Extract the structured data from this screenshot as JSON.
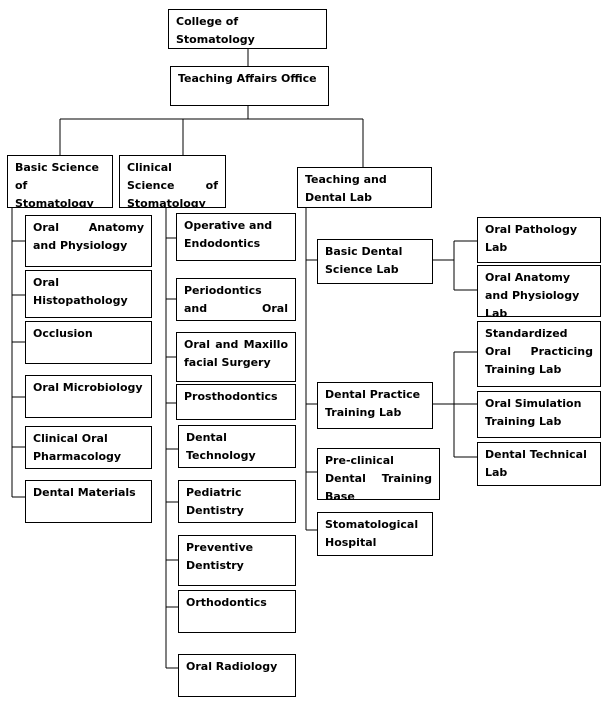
{
  "root": "College of Stomatology",
  "office": "Teaching Affairs Office",
  "branches": {
    "basic": {
      "title": "Basic Science of Stomatology",
      "items": [
        "Oral Anatomy and Physiology",
        "Oral Histopathology",
        "Occlusion",
        "Oral Microbiology",
        "Clinical Oral Pharmacology",
        "Dental Materials"
      ]
    },
    "clinical": {
      "title": "Clinical Science of Stomatology",
      "items": [
        "Operative and Endodontics",
        "Periodontics and Oral Medicine",
        "Oral and Maxillo facial Surgery",
        "Prosthodontics",
        "Dental Technology",
        "Pediatric Dentistry",
        "Preventive Dentistry",
        "Orthodontics",
        "Oral Radiology"
      ]
    },
    "lab": {
      "title": "Teaching and Dental Lab",
      "items": [
        {
          "label": "Basic Dental Science Lab",
          "children": [
            "Oral Pathology Lab",
            "Oral Anatomy and Physiology Lab"
          ]
        },
        {
          "label": "Dental Practice Training Lab",
          "children": [
            "Standardized Oral Practicing Training Lab",
            "Oral Simulation Training Lab",
            "Dental Technical Lab"
          ]
        },
        {
          "label": "Pre-clinical Dental Training Base",
          "children": []
        },
        {
          "label": "Stomatological Hospital",
          "children": []
        }
      ]
    }
  }
}
